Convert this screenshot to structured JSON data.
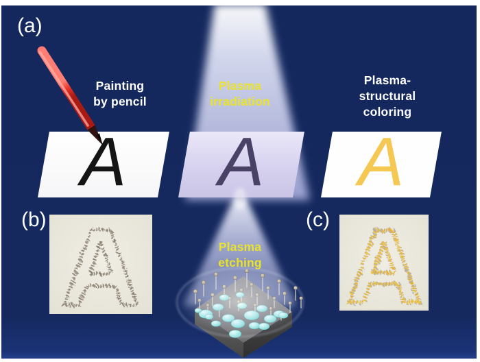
{
  "figure": {
    "panel_a_label": "(a)",
    "panel_b_label": "(b)",
    "panel_c_label": "(c)",
    "caption_painting": [
      "Painting",
      "by pencil"
    ],
    "caption_irradiation": [
      "Plasma",
      "irradiation"
    ],
    "caption_coloring": [
      "Plasma-",
      "structural",
      "coloring"
    ],
    "caption_etching": [
      "Plasma",
      "etching"
    ],
    "sheet_letter_pencil": "A",
    "sheet_letter_plasma": "A",
    "sheet_letter_colored": "A",
    "photo_letter_pencil": "A",
    "photo_letter_colored": "A",
    "colors": {
      "background_navy": "#15295f",
      "caption_yellow": "#e9e32b",
      "text_white": "#ffffff",
      "sheet_letter_black": "#141414",
      "sheet_letter_plasma_purple": "#4a4266",
      "sheet_letter_gold": "#f5c854",
      "pencil_red": "#e8352b",
      "beam_lavender": "#a8addb",
      "droplet_cyan": "#9fe9e4",
      "paper_cream": "#ece9de"
    }
  }
}
